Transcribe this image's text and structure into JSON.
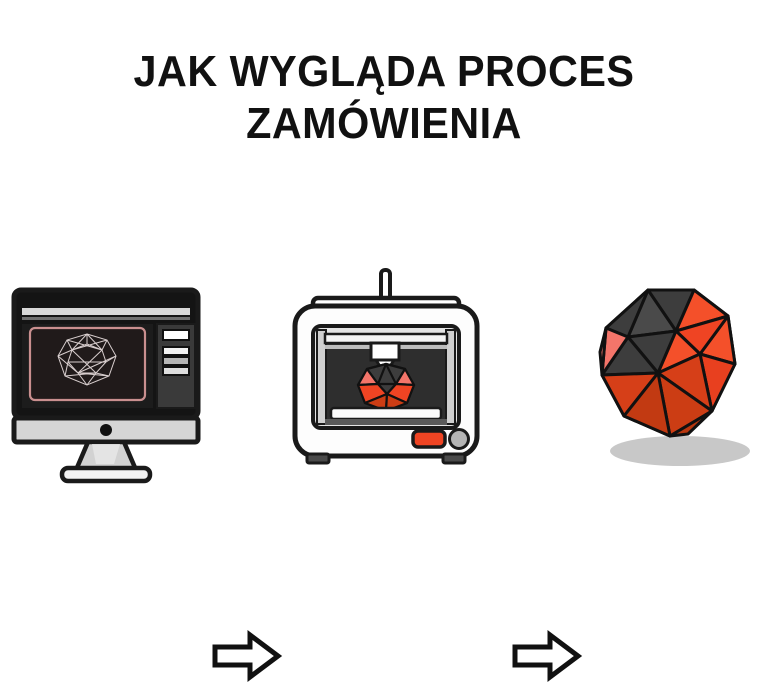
{
  "page": {
    "background_color": "#ffffff",
    "language": "pl"
  },
  "title": {
    "line1": "JAK WYGLĄDA PROCES",
    "line2": "ZAMÓWIENIA",
    "color": "#111111"
  },
  "palette": {
    "ink": "#1a1a1a",
    "orange": "#ef4423",
    "orange_dark": "#cc3d14",
    "orange_deep": "#b8370f",
    "salmon": "#f4756a",
    "gray_dark": "#3d3d3d",
    "gray_darker": "#2e2e2e",
    "screen_black": "#1c1c1c",
    "bezel_black": "#141414",
    "panel_gray": "#c9c9c9",
    "white": "#ffffff",
    "shadow": "#9a9a9a",
    "wire": "#e8dede",
    "wire_red": "#c98f8f"
  },
  "process": {
    "steps": [
      {
        "id": "design",
        "name": "computer-monitor-cad",
        "icon": "desktop-monitor-icon",
        "description": "Monitor wyświetlający model 3D w programie CAD",
        "screen": {
          "viewport_border_color": "#c98f8f",
          "wireframe_color": "#e8dede",
          "toolbar_color": "#d8d8d8",
          "side_buttons": 4
        }
      },
      {
        "id": "print",
        "name": "3d-printer",
        "icon": "printer-3d-icon",
        "description": "Drukarka 3D drukująca obiekt",
        "control_panel": {
          "display_color": "#ef4423",
          "knob_color": "#b4b4b4"
        }
      },
      {
        "id": "product",
        "name": "finished-polyhedron",
        "icon": "polyhedron-icon",
        "description": "Gotowy wydrukowany obiekt 3D"
      }
    ],
    "arrows": [
      {
        "id": "arrow-1",
        "name": "arrow-right-icon",
        "direction": "right"
      },
      {
        "id": "arrow-2",
        "name": "arrow-right-icon",
        "direction": "right"
      }
    ]
  }
}
